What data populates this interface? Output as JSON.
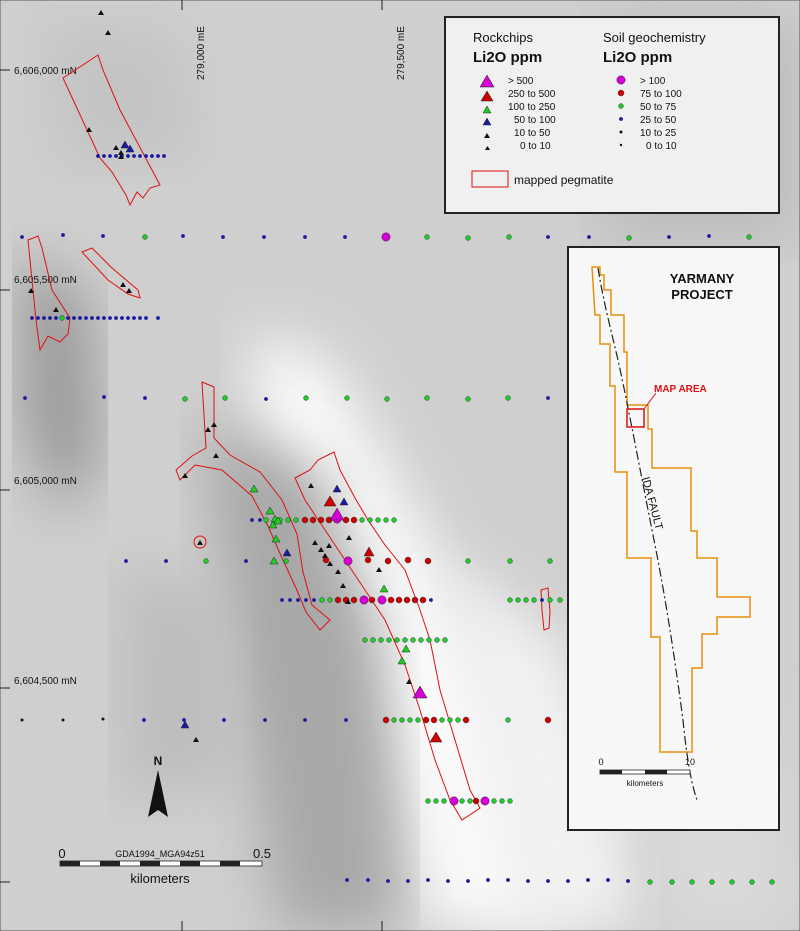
{
  "grid": {
    "northing": [
      {
        "label": "6,606,000 mN",
        "value": 6606000
      },
      {
        "label": "6,605,500 mN",
        "value": 6605500
      },
      {
        "label": "6,605,000 mN",
        "value": 6605000
      },
      {
        "label": "6,604,500 mN",
        "value": 6604500
      }
    ],
    "easting": [
      {
        "label": "279,000 mE",
        "value": 279000
      },
      {
        "label": "279,500 mE",
        "value": 279500
      }
    ]
  },
  "legend": {
    "rockchips": {
      "title": "Rockchips",
      "unit": "Li2O ppm",
      "items": [
        {
          "label": "> 500",
          "color": "#d400d4"
        },
        {
          "label": "250 to 500",
          "color": "#cc0000"
        },
        {
          "label": "100 to 250",
          "color": "#22cc22"
        },
        {
          "label": "50 to 100",
          "color": "#1a1aa0"
        },
        {
          "label": "10 to  50",
          "color": "#111111"
        },
        {
          "label": "0 to  10",
          "color": "#111111"
        }
      ]
    },
    "soil": {
      "title": "Soil geochemistry",
      "unit": "Li2O ppm",
      "items": [
        {
          "label": "> 100",
          "color": "#d400d4"
        },
        {
          "label": "75 to 100",
          "color": "#cc0000"
        },
        {
          "label": "50 to  75",
          "color": "#22cc22"
        },
        {
          "label": "25 to  50",
          "color": "#1a1aa0"
        },
        {
          "label": "10 to  25",
          "color": "#111111"
        },
        {
          "label": "0 to  10",
          "color": "#111111"
        }
      ]
    },
    "pegmatite": {
      "label": "mapped pegmatite",
      "color": "#dd1111"
    }
  },
  "inset": {
    "title_line1": "YARMANY",
    "title_line2": "PROJECT",
    "map_area_label": "MAP AREA",
    "fault_label": "IDA FAULT",
    "scale_ticks": [
      "0",
      "10"
    ],
    "scale_unit": "kilometers",
    "tenement_color": "#e8900a"
  },
  "scalebar": {
    "ticks": [
      "0",
      "0.5"
    ],
    "datum": "GDA1994_MGA94z51",
    "unit": "kilometers"
  },
  "north_arrow": {
    "label": "N"
  }
}
